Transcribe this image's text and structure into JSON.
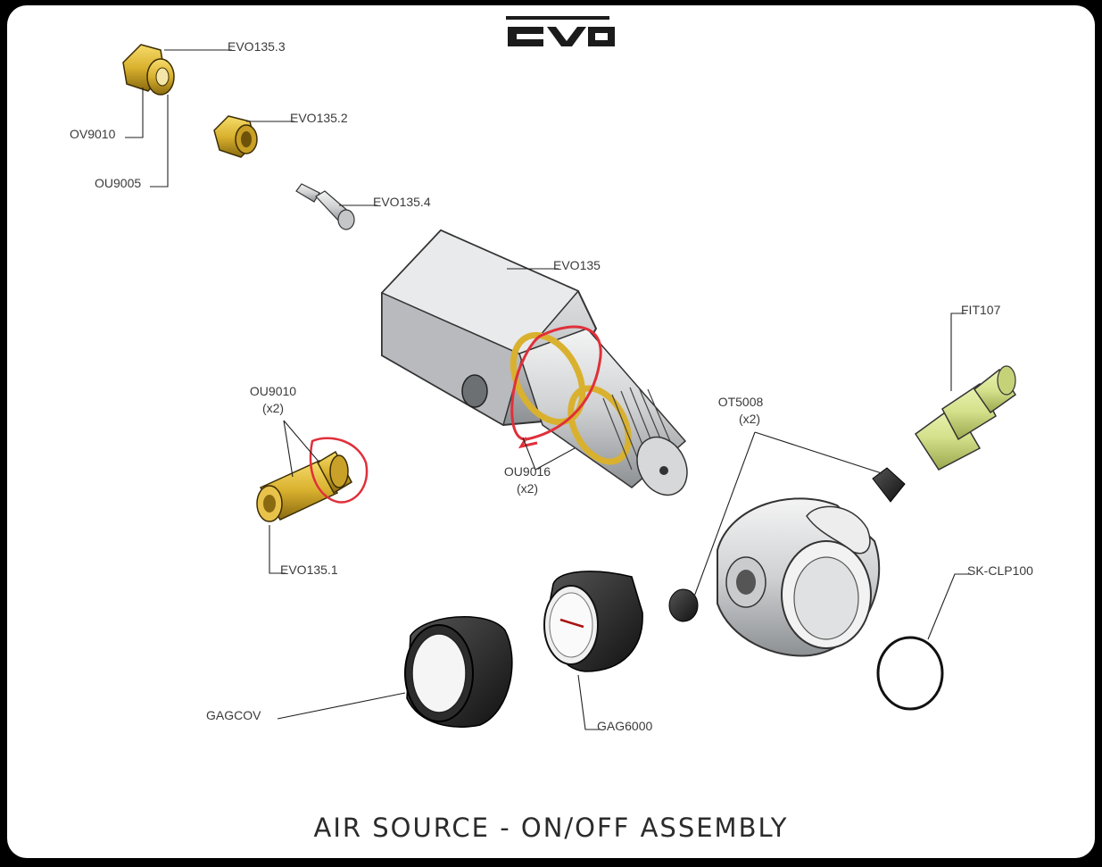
{
  "brand": "EVO",
  "title": "AIR SOURCE - ON/OFF ASSEMBLY",
  "parts": {
    "evo135_3": "EVO135.3",
    "ov9010": "OV9010",
    "ou9005": "OU9005",
    "evo135_2": "EVO135.2",
    "evo135_4": "EVO135.4",
    "evo135": "EVO135",
    "fit107": "FIT107",
    "ou9010": "OU9010",
    "ou9010_qty": "(x2)",
    "ot5008": "OT5008",
    "ot5008_qty": "(x2)",
    "ou9016": "OU9016",
    "ou9016_qty": "(x2)",
    "evo135_1": "EVO135.1",
    "sk_clp100": "SK-CLP100",
    "gagcov": "GAGCOV",
    "gag6000": "GAG6000"
  },
  "colors": {
    "brass": "#d9b12e",
    "brass_dark": "#8a6a10",
    "steel": "#cfd1d3",
    "steel_dark": "#7d8083",
    "green_fitting": "#d4e08a",
    "rubber": "#222222",
    "annotation_red": "#e0303a"
  }
}
